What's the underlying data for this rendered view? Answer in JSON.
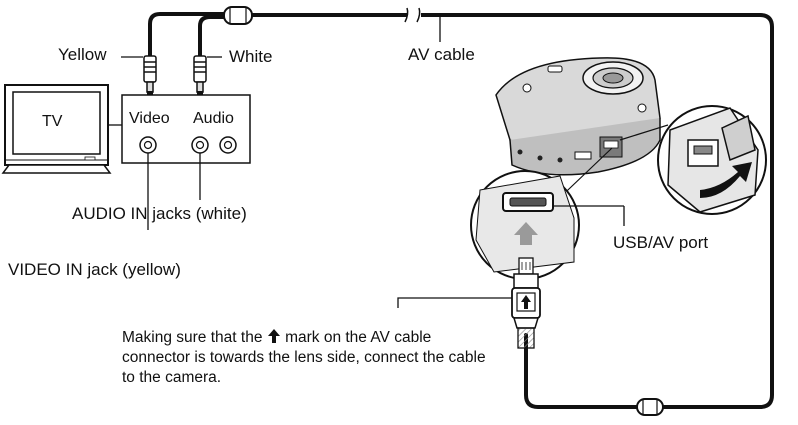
{
  "labels": {
    "yellow": "Yellow",
    "white": "White",
    "av_cable": "AV cable",
    "tv": "TV",
    "video": "Video",
    "audio": "Audio",
    "audio_in": "AUDIO IN jacks (white)",
    "video_in": "VIDEO IN jack (yellow)",
    "usb_av_port": "USB/AV port"
  },
  "note": {
    "line1_before": "Making sure that the",
    "line1_after": "mark on the AV cable",
    "line2": "connector is towards the lens side, connect the cable",
    "line3": "to the camera."
  },
  "icons": {
    "mark": "up-arrow-mark-icon"
  }
}
